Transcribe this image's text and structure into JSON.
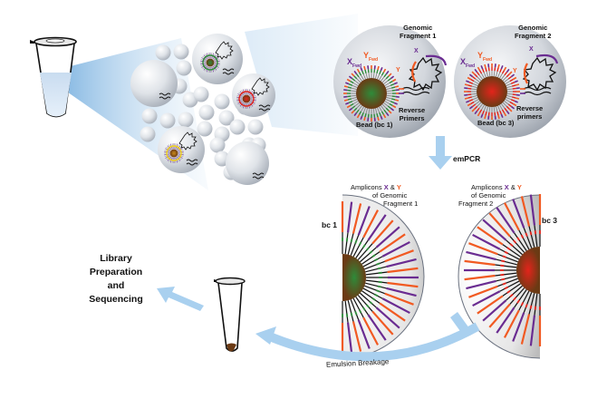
{
  "diagram": {
    "type": "emulsion-pcr-workflow",
    "colors": {
      "arrow": "#a9d0ef",
      "x_primer": "#6a2c91",
      "y_primer": "#f15a22",
      "bead_green": "#2e8b3a",
      "bead_red": "#e3241b",
      "bead_yellow": "#f2d21b",
      "bead_core": "#7a3a12",
      "droplet": "#cfd6df",
      "text": "#111111"
    },
    "bead1": {
      "title_line1": "Genomic",
      "title_line2": "Fragment 1",
      "x_label": "X",
      "y_label": "Y",
      "fwd_sub": "Fwd",
      "reverse_line1": "Reverse",
      "reverse_line2": "Primers",
      "bead_label": "Bead (bc 1)"
    },
    "bead2": {
      "title_line1": "Genomic",
      "title_line2": "Fragment 2",
      "x_label": "X",
      "y_label": "Y",
      "fwd_sub": "Fwd",
      "reverse_line1": "Reverse",
      "reverse_line2": "primers",
      "bead_label": "Bead (bc 3)"
    },
    "empcr_label": "emPCR",
    "amplicons1": {
      "line1_prefix": "Amplicons",
      "x": "X",
      "amp": "&",
      "y": "Y",
      "line2": "of Genomic",
      "line3": "Fragment 1",
      "bc_label": "bc 1"
    },
    "amplicons2": {
      "line1_prefix": "Amplicons",
      "x": "X",
      "amp": "&",
      "y": "Y",
      "line2": "of Genomic",
      "line3": "Fragment 2",
      "bc_label": "bc 3"
    },
    "emulsion_breakage_label": "Emulsion Breakage",
    "library_label": {
      "line1": "Library",
      "line2": "Preparation",
      "line3": "and",
      "line4": "Sequencing"
    }
  }
}
